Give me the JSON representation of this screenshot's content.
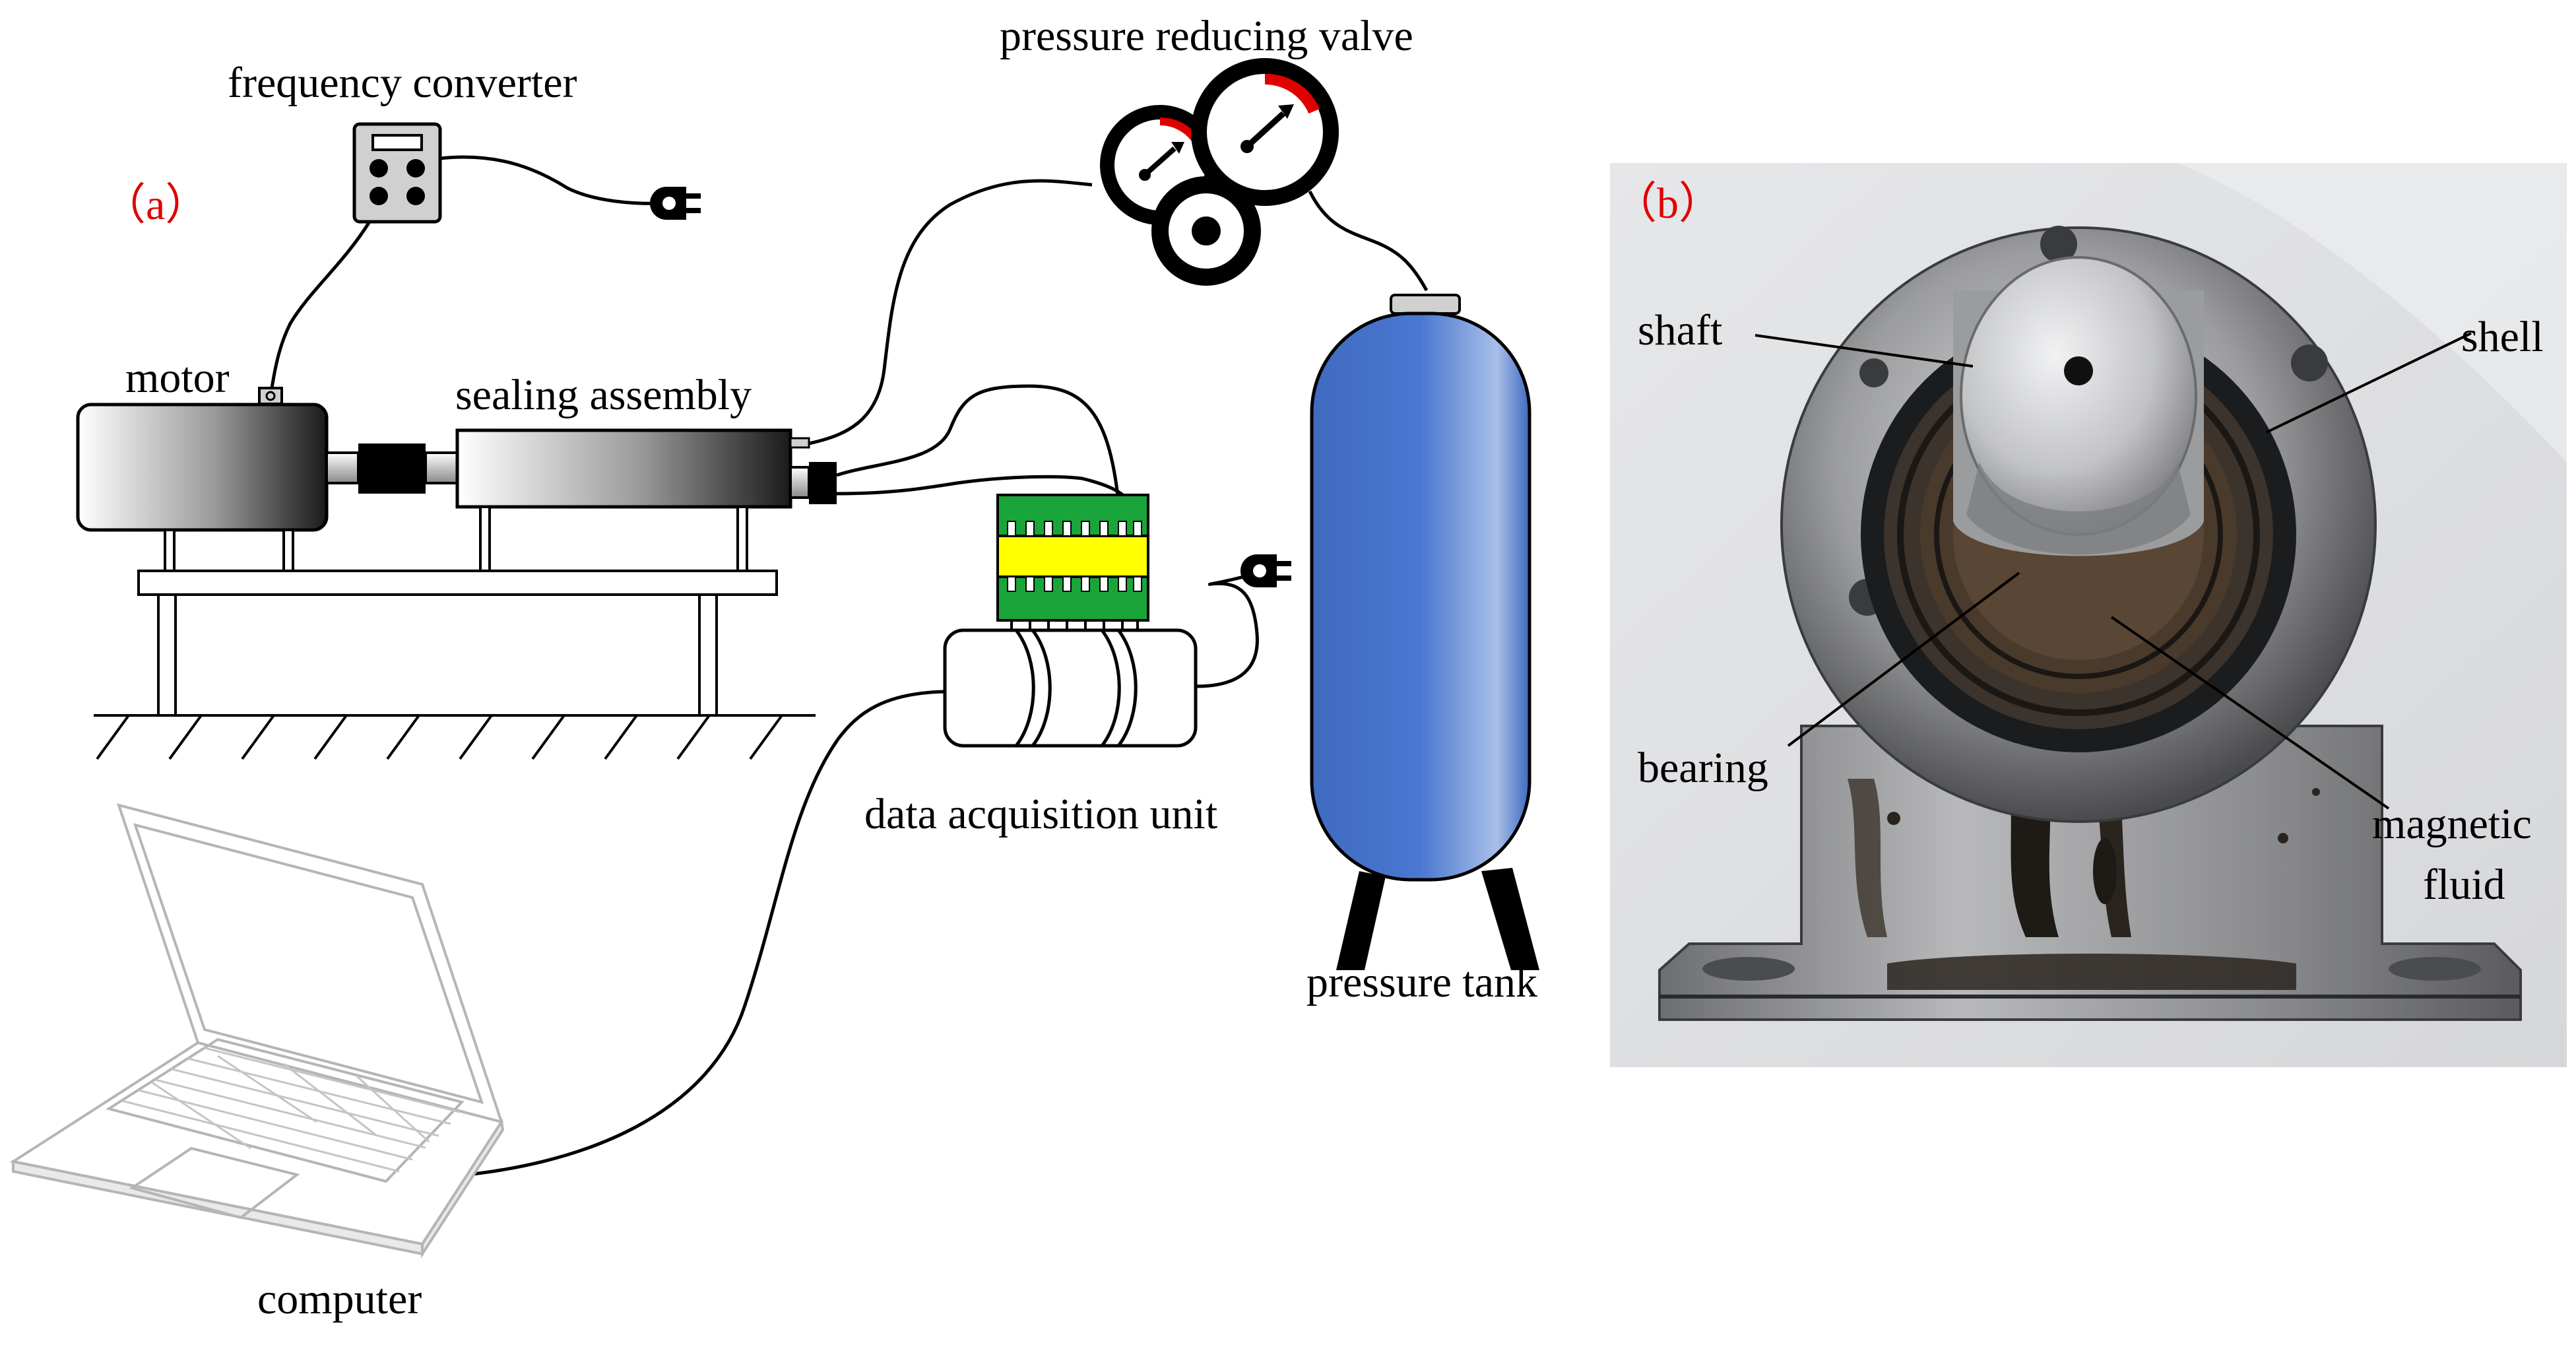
{
  "panel_a": {
    "tag": "（a）",
    "labels": {
      "frequency_converter": "frequency converter",
      "pressure_reducing_valve": "pressure reducing valve",
      "motor": "motor",
      "sealing_assembly": "sealing assembly",
      "data_acquisition_unit": "data acquisition unit",
      "pressure_tank": "pressure tank",
      "computer": "computer"
    }
  },
  "panel_b": {
    "tag": "（b）",
    "labels": {
      "shaft": "shaft",
      "shell": "shell",
      "bearing": "bearing",
      "magnetic": "magnetic",
      "fluid": "fluid"
    }
  },
  "colors": {
    "panel_tag": "#e00000",
    "tank_blue": "#4472c4",
    "gauge_red": "#e00000",
    "board_green": "#1aa53a",
    "board_yellow": "#ffff00"
  }
}
